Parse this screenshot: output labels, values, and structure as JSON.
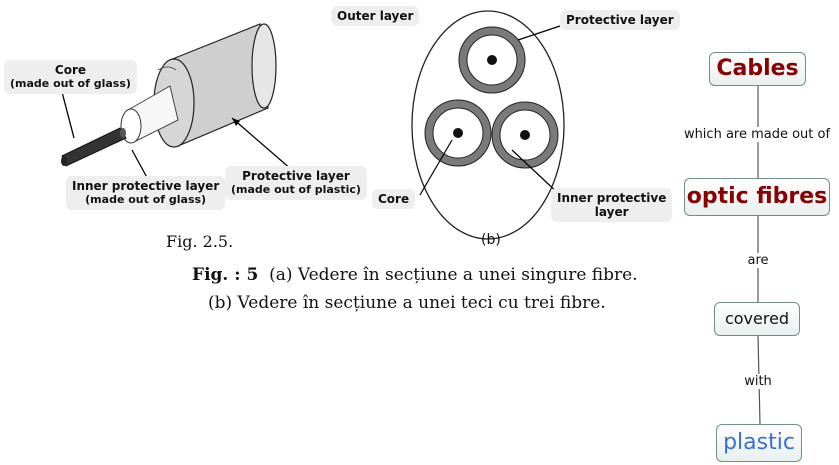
{
  "fig_a": {
    "core_label_line1": "Core",
    "core_label_line2": "(made out of glass)",
    "inner_label_line1": "Inner protective layer",
    "inner_label_line2": "(made out of glass)",
    "protective_label_line1": "Protective layer",
    "protective_label_line2": "(made out of plastic)",
    "caption": "Fig. 2.5."
  },
  "fig_b": {
    "outer_label": "Outer layer",
    "protective_label": "Protective layer",
    "core_label": "Core",
    "inner_label_line1": "Inner protective",
    "inner_label_line2": "layer",
    "caption": "(b)"
  },
  "figure_caption": {
    "line1_prefix": "Fig. : 5",
    "line1_text": "(a) Vedere în secțiune a unei singure fibre.",
    "line2_text": "(b) Vedere în secțiune a unei teci cu trei fibre."
  },
  "concept_map": {
    "nodes": {
      "cables": "Cables",
      "optic_fibres": "optic fibres",
      "covered": "covered",
      "plastic": "plastic"
    },
    "links": {
      "made_out_of": "which are made out of",
      "are": "are",
      "with": "with"
    },
    "colors": {
      "concept_dark": "#8b0000",
      "concept_blue": "#3a6fd8",
      "node_border": "#6f8f8a",
      "link_line": "#555555"
    }
  }
}
